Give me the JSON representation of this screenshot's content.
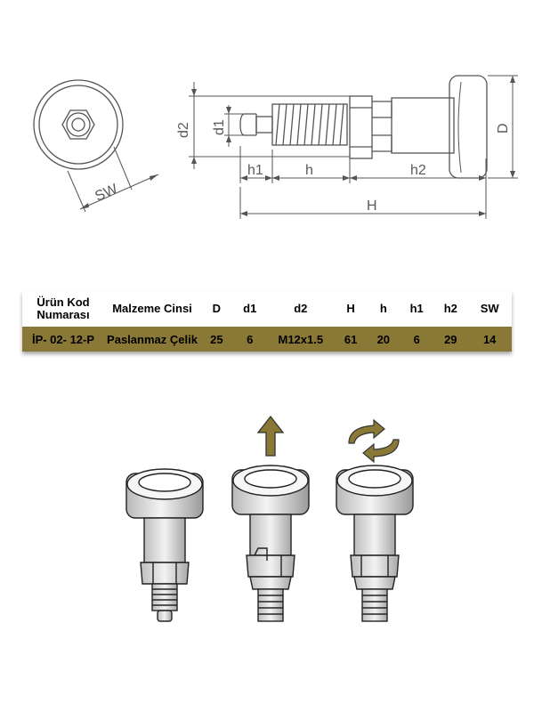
{
  "drawing": {
    "labels": {
      "SW": "SW",
      "d2": "d2",
      "d1": "d1",
      "h1": "h1",
      "h": "h",
      "h2": "h2",
      "H": "H",
      "D": "D"
    }
  },
  "table": {
    "headers": {
      "kod": "Ürün Kod Numarası",
      "material": "Malzeme Cinsi",
      "D": "D",
      "d1": "d1",
      "d2": "d2",
      "H": "H",
      "h": "h",
      "h1": "h1",
      "h2": "h2",
      "SW": "SW"
    },
    "row": {
      "kod": "İP- 02- 12-P",
      "material": "Paslanmaz Çelik",
      "D": "25",
      "d1": "6",
      "d2": "M12x1.5",
      "H": "61",
      "h": "20",
      "h1": "6",
      "h2": "29",
      "SW": "14"
    }
  },
  "operation": {
    "arrow_icon": "up-arrow-icon",
    "rotate_icon": "rotate-icon",
    "arrow_color": "#8a7936"
  }
}
